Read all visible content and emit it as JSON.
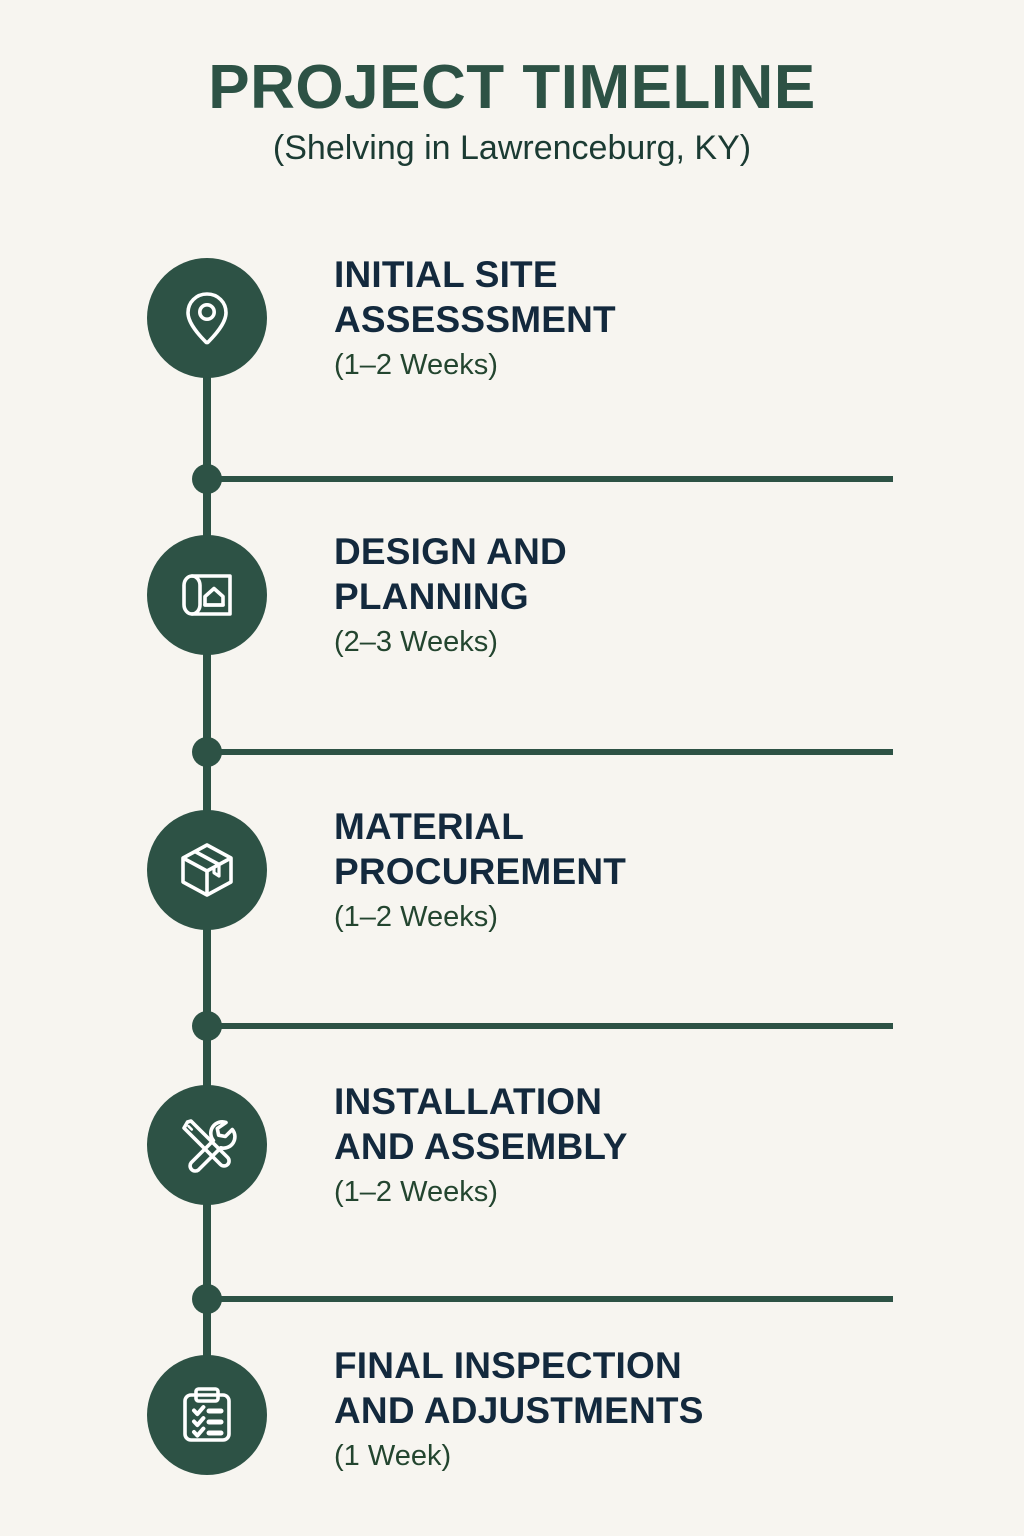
{
  "header": {
    "title": "PROJECT TIMELINE",
    "subtitle": "(Shelving in Lawrenceburg, KY)"
  },
  "colors": {
    "background": "#f7f5f0",
    "brand_green": "#2d5245",
    "heading_navy": "#13293d",
    "duration_green": "#23452f",
    "icon_white": "#ffffff"
  },
  "timeline": {
    "steps": [
      {
        "icon": "location-pin-icon",
        "heading": "INITIAL SITE\nASSESSSMENT",
        "duration": "(1–2 Weeks)"
      },
      {
        "icon": "blueprint-icon",
        "heading": "DESIGN AND\nPLANNING",
        "duration": "(2–3 Weeks)"
      },
      {
        "icon": "package-box-icon",
        "heading": "MATERIAL\nPROCUREMENT",
        "duration": "(1–2 Weeks)"
      },
      {
        "icon": "tools-wrench-screwdriver-icon",
        "heading": "INSTALLATION\nAND ASSEMBLY",
        "duration": "(1–2 Weeks)"
      },
      {
        "icon": "clipboard-checklist-icon",
        "heading": "FINAL INSPECTION\nAND ADJUSTMENTS",
        "duration": "(1 Week)"
      }
    ]
  }
}
